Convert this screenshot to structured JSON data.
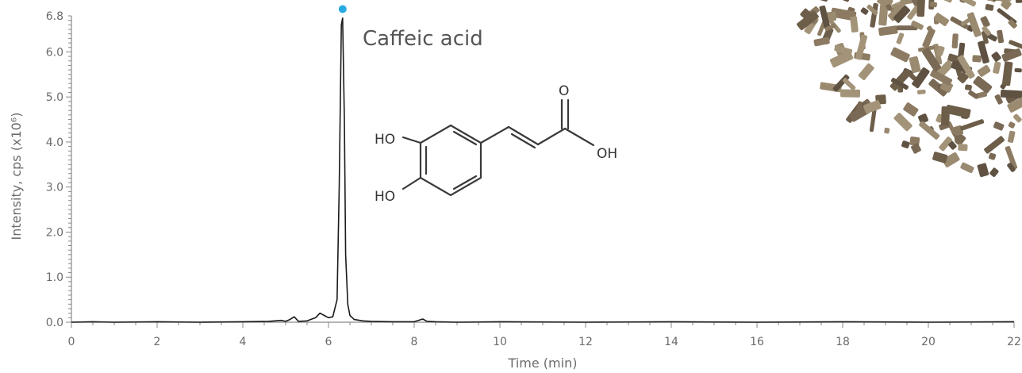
{
  "chart_data": {
    "type": "line",
    "title": "",
    "xlabel": "Time (min)",
    "ylabel": "Intensity, cps (x10⁶)",
    "xlim": [
      0,
      22
    ],
    "ylim": [
      0,
      6.8
    ],
    "xticks": [
      0,
      2,
      4,
      6,
      8,
      10,
      12,
      14,
      16,
      18,
      20,
      22
    ],
    "xtick_labels": [
      "0",
      "2",
      "4",
      "6",
      "8",
      "10",
      "12",
      "14",
      "16",
      "18",
      "20",
      "22"
    ],
    "yticks": [
      0,
      1,
      2,
      3,
      4,
      5,
      6,
      6.8
    ],
    "ytick_labels": [
      "0.0",
      "1.0",
      "2.0",
      "3.0",
      "4.0",
      "5.0",
      "6.0",
      "6.8"
    ],
    "grid": false,
    "series": [
      {
        "color": "#1a1a1a",
        "x": [
          0,
          0.5,
          1,
          2,
          3,
          4,
          4.6,
          4.9,
          5.0,
          5.1,
          5.2,
          5.3,
          5.5,
          5.7,
          5.8,
          5.9,
          6.0,
          6.1,
          6.2,
          6.25,
          6.3,
          6.33,
          6.37,
          6.4,
          6.45,
          6.5,
          6.6,
          6.8,
          7.0,
          7.5,
          8.0,
          8.2,
          8.3,
          8.5,
          9,
          10,
          12,
          14,
          16,
          18,
          20,
          22
        ],
        "y": [
          0.0,
          0.01,
          0.0,
          0.01,
          0.0,
          0.01,
          0.02,
          0.04,
          0.02,
          0.06,
          0.12,
          0.02,
          0.03,
          0.1,
          0.2,
          0.15,
          0.1,
          0.12,
          0.5,
          3.0,
          6.6,
          6.75,
          4.5,
          1.5,
          0.4,
          0.15,
          0.06,
          0.03,
          0.02,
          0.01,
          0.01,
          0.07,
          0.02,
          0.01,
          0.0,
          0.01,
          0.0,
          0.01,
          0.0,
          0.01,
          0.0,
          0.01
        ]
      }
    ],
    "markers": [
      {
        "x": 6.33,
        "y": 6.95,
        "color": "#29aae1"
      }
    ],
    "annotations": [
      {
        "text": "Caffeic acid"
      }
    ],
    "structure_labels": {
      "ho_top": "HO",
      "ho_bottom": "HO",
      "oh": "OH",
      "o": "O"
    }
  }
}
